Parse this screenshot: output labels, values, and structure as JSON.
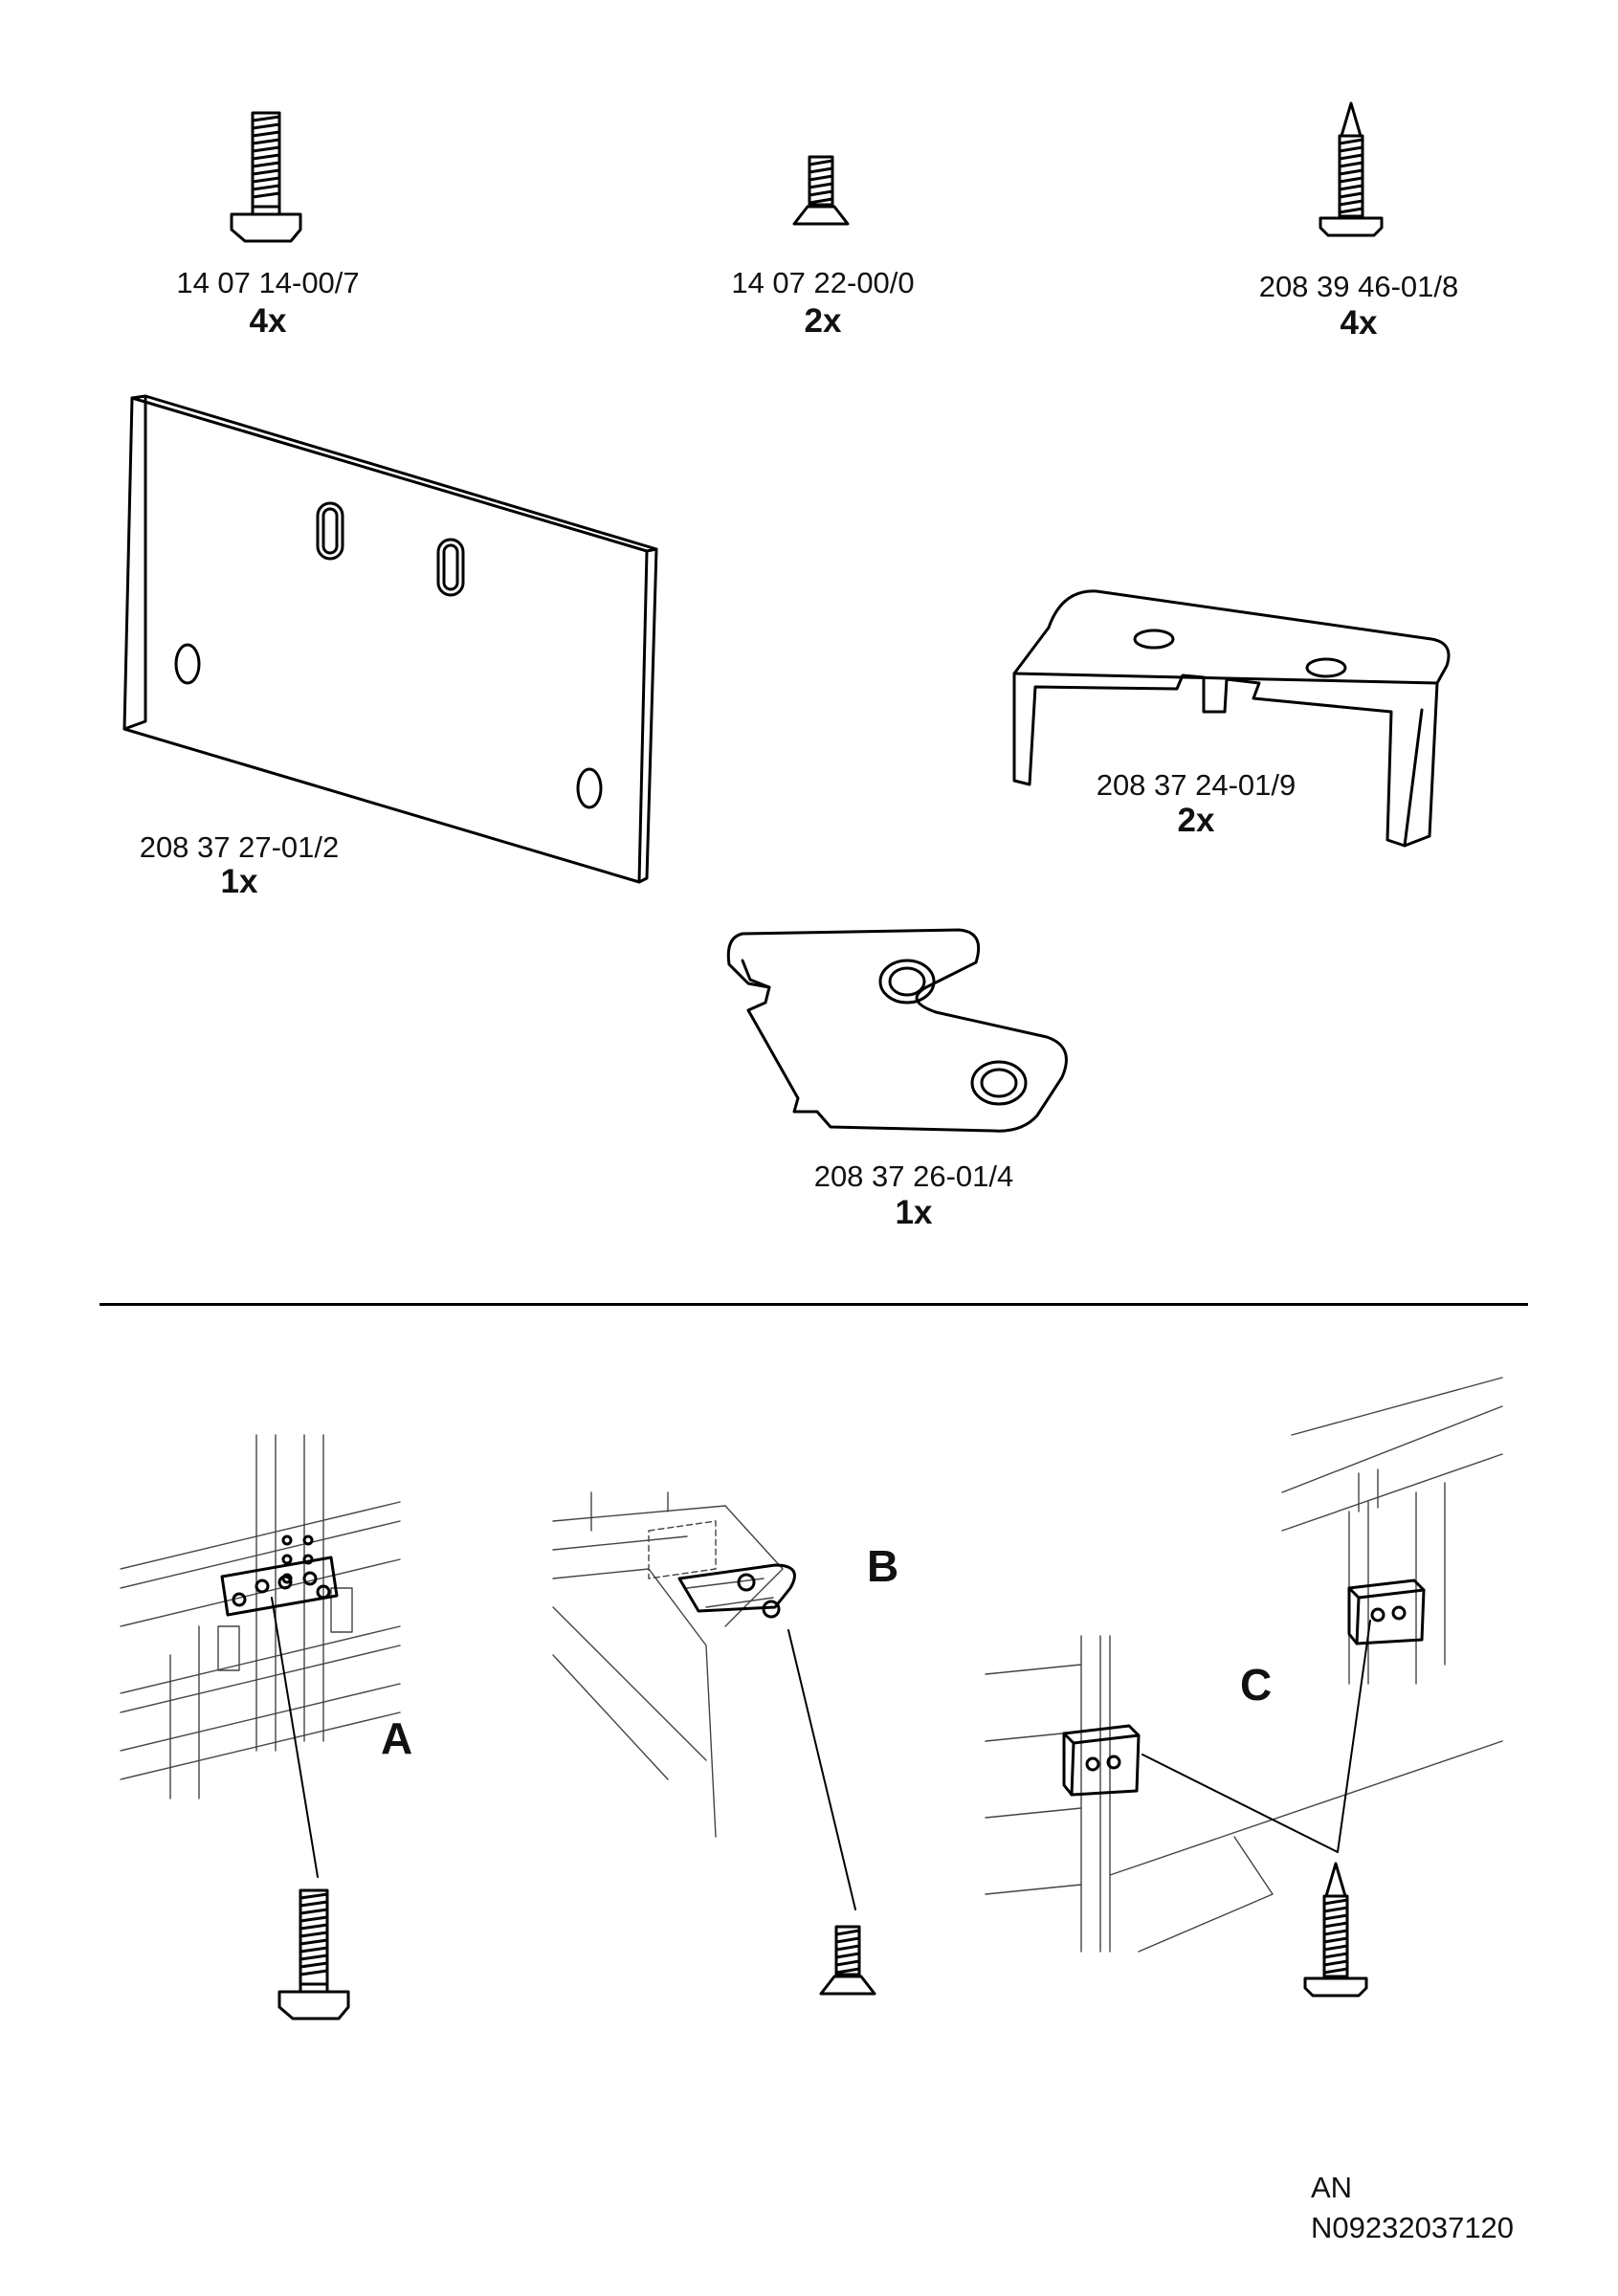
{
  "parts": [
    {
      "id": "14 07 14-00/7",
      "qty": "4x",
      "icon": "bolt-tee-icon"
    },
    {
      "id": "14 07 22-00/0",
      "qty": "2x",
      "icon": "countersunk-screw-icon"
    },
    {
      "id": "208 39 46-01/8",
      "qty": "4x",
      "icon": "self-tapping-screw-icon"
    },
    {
      "id": "208 37 27-01/2",
      "qty": "1x",
      "icon": "mounting-plate-icon"
    },
    {
      "id": "208 37 24-01/9",
      "qty": "2x",
      "icon": "u-bracket-icon"
    },
    {
      "id": "208 37 26-01/4",
      "qty": "1x",
      "icon": "hinge-plate-icon"
    }
  ],
  "steps": {
    "a": {
      "label": "A"
    },
    "b": {
      "label": "B"
    },
    "c": {
      "label": "C"
    }
  },
  "footer": {
    "line1": "AN",
    "line2": "N09232037120"
  }
}
